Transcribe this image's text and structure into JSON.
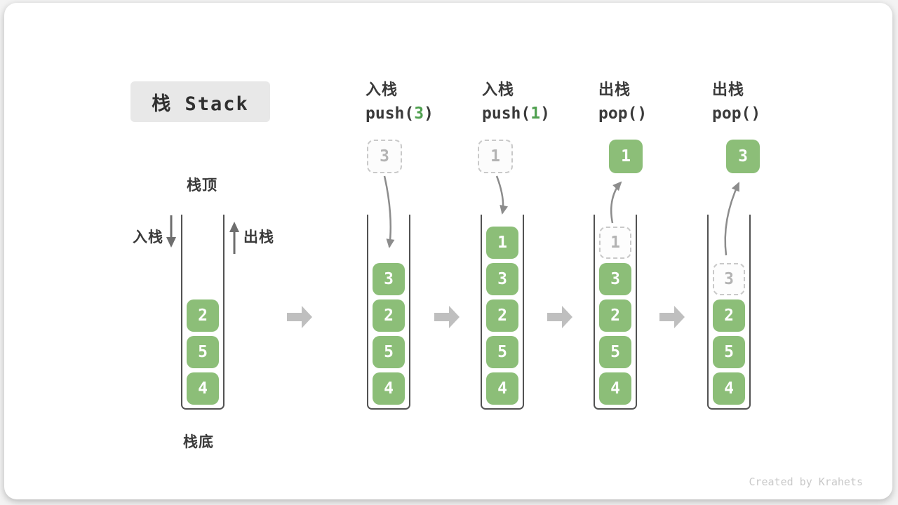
{
  "title": "栈 Stack",
  "labels": {
    "stack_top": "栈顶",
    "stack_bottom": "栈底",
    "push_side": "入栈",
    "pop_side": "出栈"
  },
  "watermark": "Created by Krahets",
  "colors": {
    "box_green": "#8cbe78",
    "code_arg_green": "#4fa04f",
    "block_arrow_gray": "#bfbfbf",
    "curved_arrow_gray": "#8c8c8c",
    "title_badge_bg": "#e8e8e8"
  },
  "stacks": [
    {
      "name": "initial-stack",
      "items": [
        {
          "value": "2"
        },
        {
          "value": "5"
        },
        {
          "value": "4"
        }
      ]
    },
    {
      "name": "after-push-3",
      "op_label": "入栈",
      "code_prefix": "push(",
      "code_arg": "3",
      "code_suffix": ")",
      "floating_value": "3",
      "items": [
        {
          "value": "3"
        },
        {
          "value": "2"
        },
        {
          "value": "5"
        },
        {
          "value": "4"
        }
      ]
    },
    {
      "name": "after-push-1",
      "op_label": "入栈",
      "code_prefix": "push(",
      "code_arg": "1",
      "code_suffix": ")",
      "floating_value": "1",
      "items": [
        {
          "value": "1"
        },
        {
          "value": "3"
        },
        {
          "value": "2"
        },
        {
          "value": "5"
        },
        {
          "value": "4"
        }
      ]
    },
    {
      "name": "after-pop-1",
      "op_label": "出栈",
      "code_prefix": "pop(",
      "code_arg": "",
      "code_suffix": ")",
      "floating_value": "1",
      "ghost_value": "1",
      "items": [
        {
          "value": "3"
        },
        {
          "value": "2"
        },
        {
          "value": "5"
        },
        {
          "value": "4"
        }
      ]
    },
    {
      "name": "after-pop-3",
      "op_label": "出栈",
      "code_prefix": "pop(",
      "code_arg": "",
      "code_suffix": ")",
      "floating_value": "3",
      "ghost_value": "3",
      "items": [
        {
          "value": "2"
        },
        {
          "value": "5"
        },
        {
          "value": "4"
        }
      ]
    }
  ]
}
